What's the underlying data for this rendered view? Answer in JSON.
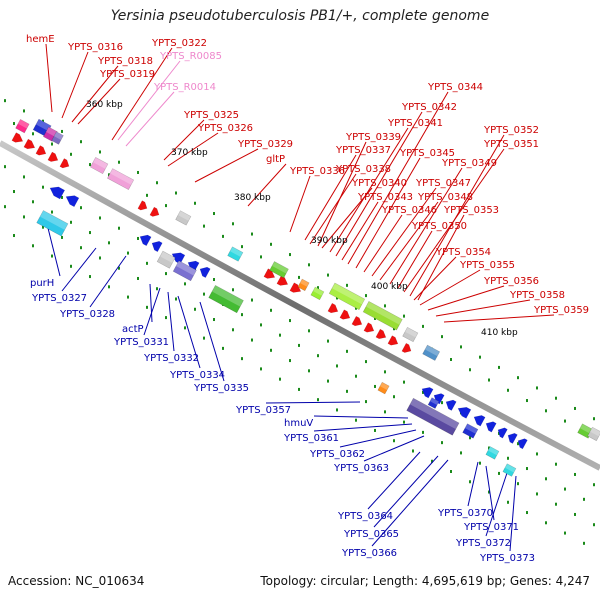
{
  "title": "Yersinia pseudotuberculosis PB1/+, complete genome",
  "accession_text": "Accession: NC_010634",
  "summary_text": "Topology: circular; Length: 4,695,619 bp; Genes: 4,247",
  "colors": {
    "forward_label": "#cc0000",
    "reverse_label": "#0000aa",
    "rna_label": "#ee88cc",
    "tick_label": "#000000",
    "backbone": "#808080"
  },
  "kbp_ticks": [
    "360 kbp",
    "370 kbp",
    "380 kbp",
    "390 kbp",
    "400 kbp",
    "410 kbp"
  ],
  "upper_labels": [
    {
      "text": "hemE",
      "type": "cds"
    },
    {
      "text": "YPTS_0316",
      "type": "cds"
    },
    {
      "text": "YPTS_0318",
      "type": "cds"
    },
    {
      "text": "YPTS_0319",
      "type": "cds"
    },
    {
      "text": "YPTS_0322",
      "type": "cds"
    },
    {
      "text": "YPTS_R0085",
      "type": "rna"
    },
    {
      "text": "YPTS_R0014",
      "type": "rna"
    },
    {
      "text": "YPTS_0325",
      "type": "cds"
    },
    {
      "text": "YPTS_0326",
      "type": "cds"
    },
    {
      "text": "YPTS_0329",
      "type": "cds"
    },
    {
      "text": "gltP",
      "type": "cds"
    },
    {
      "text": "YPTS_0336",
      "type": "cds"
    },
    {
      "text": "YPTS_0337",
      "type": "cds"
    },
    {
      "text": "YPTS_0338",
      "type": "cds"
    },
    {
      "text": "YPTS_0339",
      "type": "cds"
    },
    {
      "text": "YPTS_0340",
      "type": "cds"
    },
    {
      "text": "YPTS_0341",
      "type": "cds"
    },
    {
      "text": "YPTS_0342",
      "type": "cds"
    },
    {
      "text": "YPTS_0343",
      "type": "cds"
    },
    {
      "text": "YPTS_0344",
      "type": "cds"
    },
    {
      "text": "YPTS_0345",
      "type": "cds"
    },
    {
      "text": "YPTS_0346",
      "type": "cds"
    },
    {
      "text": "YPTS_0347",
      "type": "cds"
    },
    {
      "text": "YPTS_0348",
      "type": "cds"
    },
    {
      "text": "YPTS_0349",
      "type": "cds"
    },
    {
      "text": "YPTS_0350",
      "type": "cds"
    },
    {
      "text": "YPTS_0351",
      "type": "cds"
    },
    {
      "text": "YPTS_0352",
      "type": "cds"
    },
    {
      "text": "YPTS_0353",
      "type": "cds"
    },
    {
      "text": "YPTS_0354",
      "type": "cds"
    },
    {
      "text": "YPTS_0355",
      "type": "cds"
    },
    {
      "text": "YPTS_0356",
      "type": "cds"
    },
    {
      "text": "YPTS_0358",
      "type": "cds"
    },
    {
      "text": "YPTS_0359",
      "type": "cds"
    }
  ],
  "lower_labels": [
    {
      "text": "purH"
    },
    {
      "text": "YPTS_0327"
    },
    {
      "text": "YPTS_0328"
    },
    {
      "text": "actP"
    },
    {
      "text": "YPTS_0331"
    },
    {
      "text": "YPTS_0332"
    },
    {
      "text": "YPTS_0334"
    },
    {
      "text": "YPTS_0335"
    },
    {
      "text": "YPTS_0357"
    },
    {
      "text": "hmuV"
    },
    {
      "text": "YPTS_0361"
    },
    {
      "text": "YPTS_0362"
    },
    {
      "text": "YPTS_0363"
    },
    {
      "text": "YPTS_0364"
    },
    {
      "text": "YPTS_0365"
    },
    {
      "text": "YPTS_0366"
    },
    {
      "text": "YPTS_0370"
    },
    {
      "text": "YPTS_0371"
    },
    {
      "text": "YPTS_0372"
    },
    {
      "text": "YPTS_0373"
    }
  ]
}
